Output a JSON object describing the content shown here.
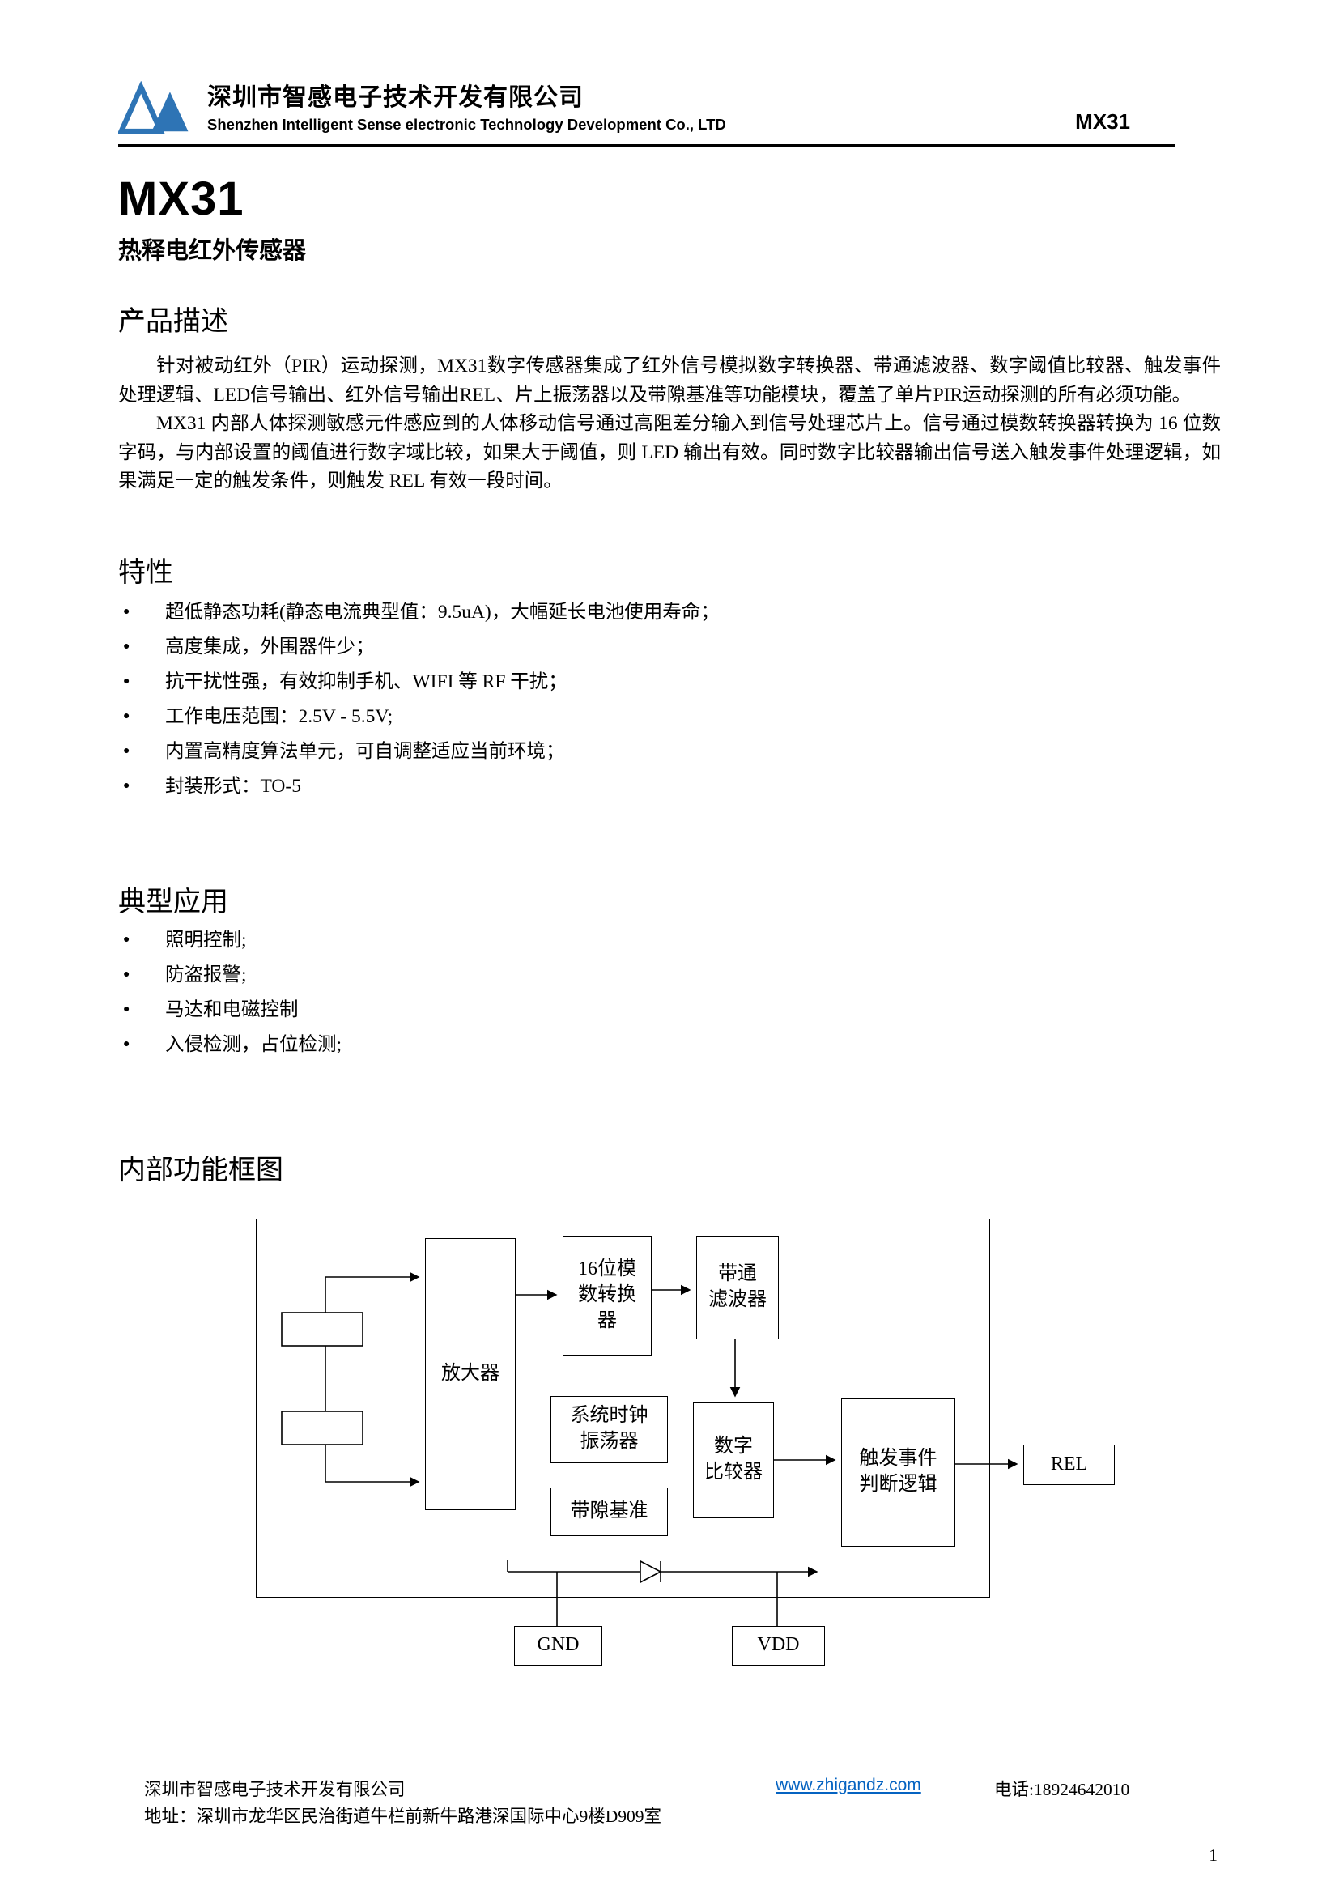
{
  "ui": {
    "bullet": "●"
  },
  "header": {
    "company_cn": "深圳市智感电子技术开发有限公司",
    "company_en": "Shenzhen Intelligent Sense electronic Technology Development Co., LTD",
    "model": "MX31"
  },
  "title_block": {
    "model": "MX31",
    "subtitle": "热释电红外传感器"
  },
  "sections": {
    "description": {
      "heading": "产品描述",
      "para1": "针对被动红外（PIR）运动探测，MX31数字传感器集成了红外信号模拟数字转换器、带通滤波器、数字阈值比较器、触发事件处理逻辑、LED信号输出、红外信号输出REL、片上振荡器以及带隙基准等功能模块，覆盖了单片PIR运动探测的所有必须功能。",
      "para2": "MX31 内部人体探测敏感元件感应到的人体移动信号通过高阻差分输入到信号处理芯片上。信号通过模数转换器转换为 16 位数字码，与内部设置的阈值进行数字域比较，如果大于阈值，则 LED 输出有效。同时数字比较器输出信号送入触发事件处理逻辑，如果满足一定的触发条件，则触发 REL 有效一段时间。"
    },
    "features": {
      "heading": "特性",
      "items": [
        "超低静态功耗(静态电流典型值：9.5uA)，大幅延长电池使用寿命；",
        "高度集成，外围器件少；",
        "抗干扰性强，有效抑制手机、WIFI 等 RF 干扰；",
        "工作电压范围：2.5V - 5.5V;",
        "内置高精度算法单元，可自调整适应当前环境；",
        "封装形式：TO-5"
      ]
    },
    "applications": {
      "heading": "典型应用",
      "items": [
        "照明控制;",
        "防盗报警;",
        "马达和电磁控制",
        "入侵检测，占位检测;"
      ]
    },
    "diagram": {
      "heading": "内部功能框图",
      "blocks": {
        "amplifier": "放大器",
        "adc": "16位模\n数转换\n器",
        "bandpass": "带通\n滤波器",
        "clock": "系统时钟\n振荡器",
        "bandgap": "带隙基准",
        "comparator": "数字\n比较器",
        "trigger": "触发事件\n判断逻辑",
        "rel": "REL",
        "gnd": "GND",
        "vdd": "VDD"
      }
    }
  },
  "footer": {
    "company": "深圳市智感电子技术开发有限公司",
    "website": "www.zhigandz.com",
    "phone": "电话:18924642010",
    "address": "地址：深圳市龙华区民治街道牛栏前新牛路港深国际中心9楼D909室",
    "page_number": "1"
  },
  "colors": {
    "logo_blue": "#2E74B5",
    "link_blue": "#0563C1"
  }
}
